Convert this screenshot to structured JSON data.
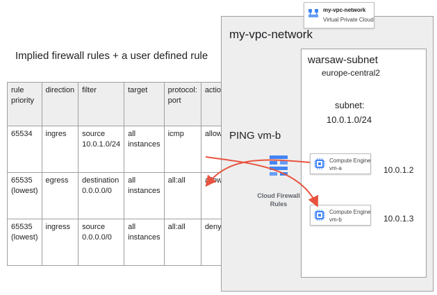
{
  "heading": "Implied firewall rules + a user defined rule",
  "table": {
    "headers": [
      "rule priority",
      "direction",
      "filter",
      "target",
      "protocol: port",
      "action"
    ],
    "rows": [
      [
        "65534",
        "ingres",
        "source 10.0.1.0/24",
        "all instances",
        "icmp",
        "allow"
      ],
      [
        "65535 (lowest)",
        "egress",
        "destination 0.0.0.0/0",
        "all instances",
        "all:all",
        "allow"
      ],
      [
        "65535 (lowest)",
        "ingress",
        "source 0.0.0.0/0",
        "all instances",
        "all:all",
        "deny"
      ]
    ]
  },
  "legend": {
    "name": "my-vpc-network",
    "type": "Virtual Private Cloud",
    "icon": "vpc-icon"
  },
  "vpc": {
    "title": "my-vpc-network"
  },
  "subnet": {
    "title": "warsaw-subnet",
    "region": "europe-central2",
    "label": "subnet:",
    "cidr": "10.0.1.0/24"
  },
  "ping_label": "PING vm-b",
  "firewall": {
    "label_line1": "Cloud Firewall",
    "label_line2": "Rules",
    "icon": "firewall-icon"
  },
  "vms": [
    {
      "service": "Compute Engine",
      "name": "vm-a",
      "ip": "10.0.1.2",
      "icon": "compute-engine-icon"
    },
    {
      "service": "Compute Engine",
      "name": "vm-b",
      "ip": "10.0.1.3",
      "icon": "compute-engine-icon"
    }
  ],
  "colors": {
    "arrow": "#e8533f",
    "icon_blue": "#4285f4",
    "box_border": "#9e9e9e",
    "vpc_bg": "#eeeeee"
  }
}
